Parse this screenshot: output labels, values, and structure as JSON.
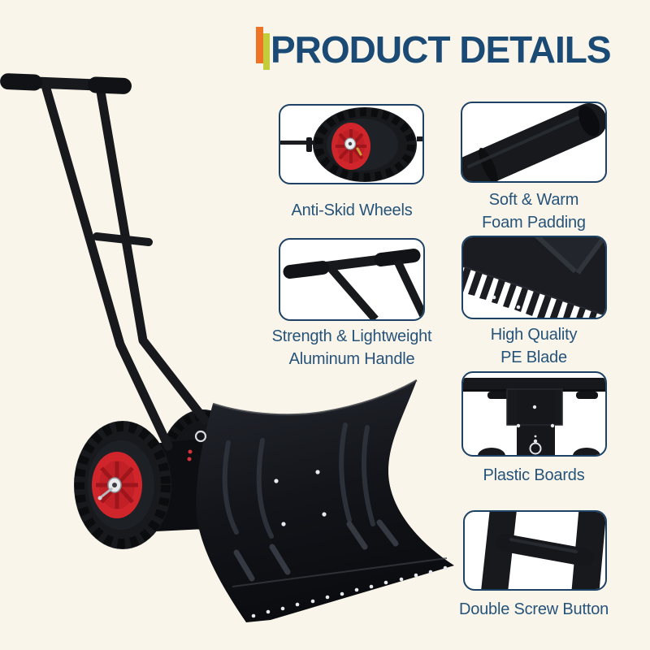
{
  "page": {
    "title": "PRODUCT DETAILS"
  },
  "theme": {
    "background": "#FAF5EA",
    "title_color": "#1B4A75",
    "caption_color": "#26537A",
    "card_border_color": "#1E4265",
    "card_background": "#FFFFFF",
    "accent_orange": "#EE7325",
    "accent_lime": "#C3CC3A",
    "product_black": "#17191D",
    "wheel_hub_red": "#D0262B"
  },
  "product": {
    "image": "wheeled-snow-shovel-photo"
  },
  "features": [
    {
      "image": "anti-skid-wheel-photo",
      "caption_lines": [
        "Anti-Skid Wheels"
      ]
    },
    {
      "image": "foam-grip-photo",
      "caption_lines": [
        "Soft & Warm",
        "Foam Padding"
      ]
    },
    {
      "image": "aluminum-handle-photo",
      "caption_lines": [
        "Strength & Lightweight",
        "Aluminum Handle"
      ]
    },
    {
      "image": "pe-blade-teeth-photo",
      "caption_lines": [
        "High Quality",
        "PE Blade"
      ]
    },
    {
      "image": "plastic-boards-photo",
      "caption_lines": [
        "Plastic Boards"
      ]
    },
    {
      "image": "double-screw-frame-photo",
      "caption_lines": [
        "Double Screw Button"
      ]
    }
  ]
}
